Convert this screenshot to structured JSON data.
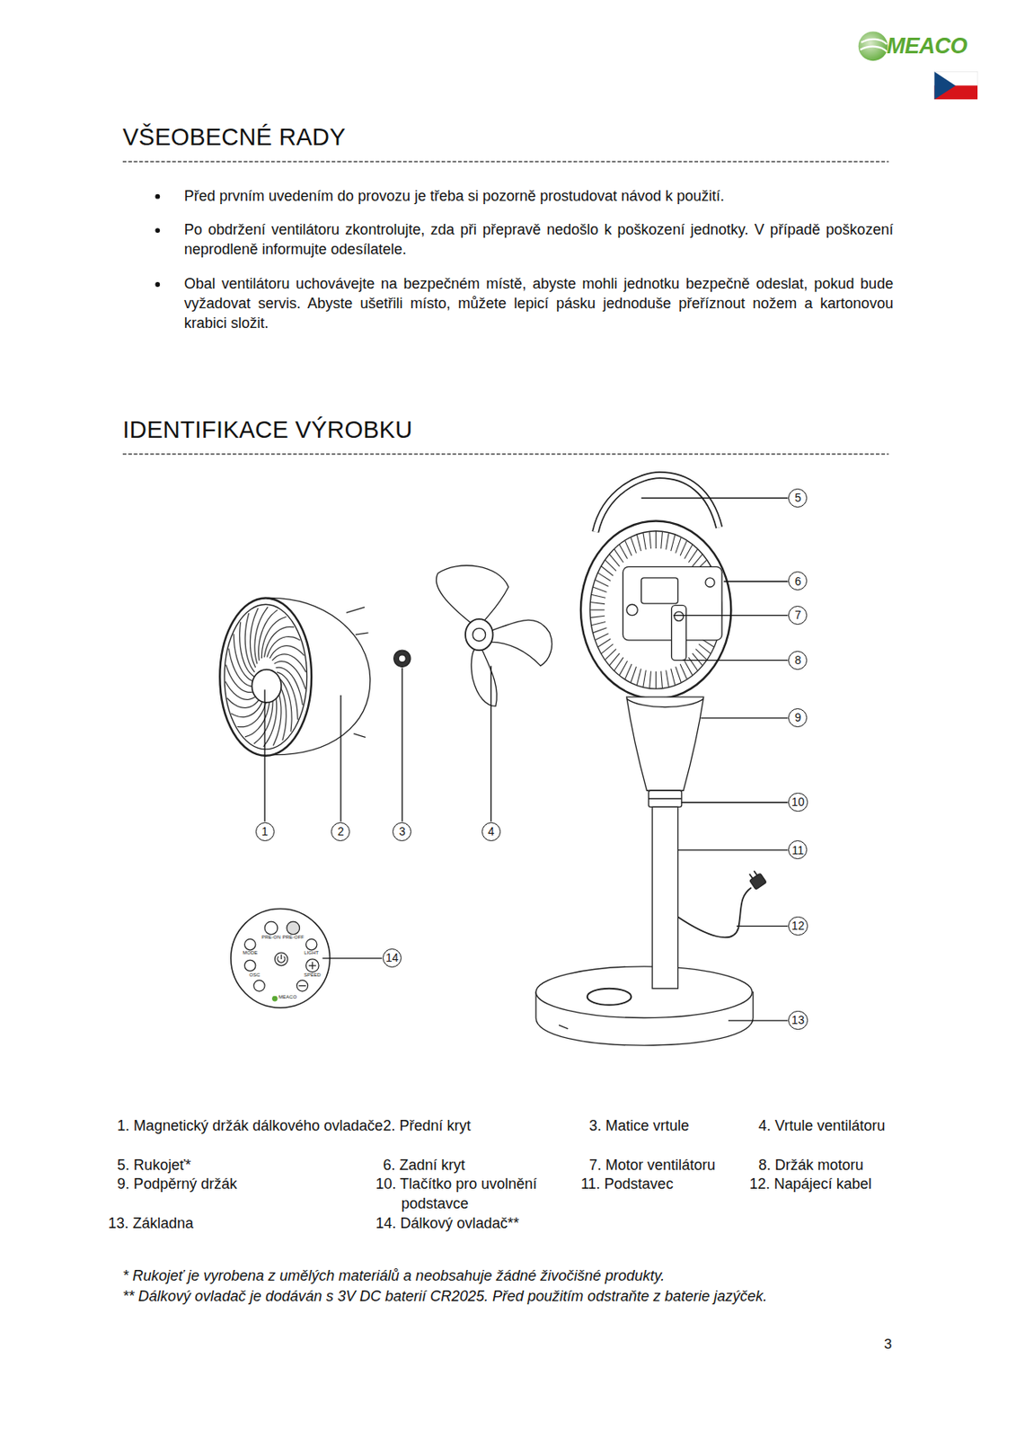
{
  "diagram": {
    "title": "VŠEOBECNÉ RADY",
    "nodes": [
      {
        "text": [
          "1"
        ]
      },
      {
        "text": [
          "2"
        ]
      },
      {
        "text": [
          "3"
        ]
      },
      {
        "text": [
          "4"
        ]
      },
      {
        "text": [
          "5"
        ]
      },
      {
        "text": [
          "6"
        ]
      },
      {
        "text": [
          "7"
        ]
      },
      {
        "text": [
          "8"
        ]
      },
      {
        "text": [
          "9"
        ]
      },
      {
        "text": [
          "10"
        ]
      },
      {
        "text": [
          "11"
        ]
      },
      {
        "text": [
          "12"
        ]
      },
      {
        "text": [
          "13"
        ]
      },
      {
        "text": [
          "14"
        ]
      }
    ],
    "labels": [
      "MEACO",
      "IDENTIFIKACE VÝROBKU",
      "Před prvním uvedením do provozu je třeba si pozorně prostudovat návod k použití.",
      "Po obdržení ventilátoru zkontrolujte, zda při přepravě nedošlo k poškození jednotky. V případě poškození neprodleně informujte odesílatele.",
      "Obal ventilátoru uchovávejte na bezpečném místě, abyste mohli jednotku bezpečně odeslat, pokud bude vyžadovat servis. Abyste ušetřili místo, můžete lepicí pásku jednoduše přeříznout nožem a kartonovou krabici složit.",
      "1. Magnetický držák dálkového ovladače",
      "2. Přední kryt",
      "3. Matice vrtule",
      "4. Vrtule ventilátoru",
      "5. Rukojeť*",
      "6. Zadní kryt",
      "7. Motor ventilátoru",
      "8. Držák motoru",
      "9. Podpěrný držák",
      "10. Tlačítko pro uvolnění podstavce",
      "11. Podstavec",
      "12. Napájecí kabel",
      "13. Základna",
      "14. Dálkový ovladač**",
      "* Rukojeť je vyrobena z umělých materiálů a neobsahuje žádné živočišné produkty.",
      "** Dálkový ovladač je dodáván s 3V DC baterií CR2025. Před použitím odstraňte z baterie jazýček.",
      "PRE-ON",
      "PRE-OFF",
      "LIGHT",
      "MODE",
      "OSC",
      "SPEED",
      "MEACO",
      "3"
    ]
  }
}
